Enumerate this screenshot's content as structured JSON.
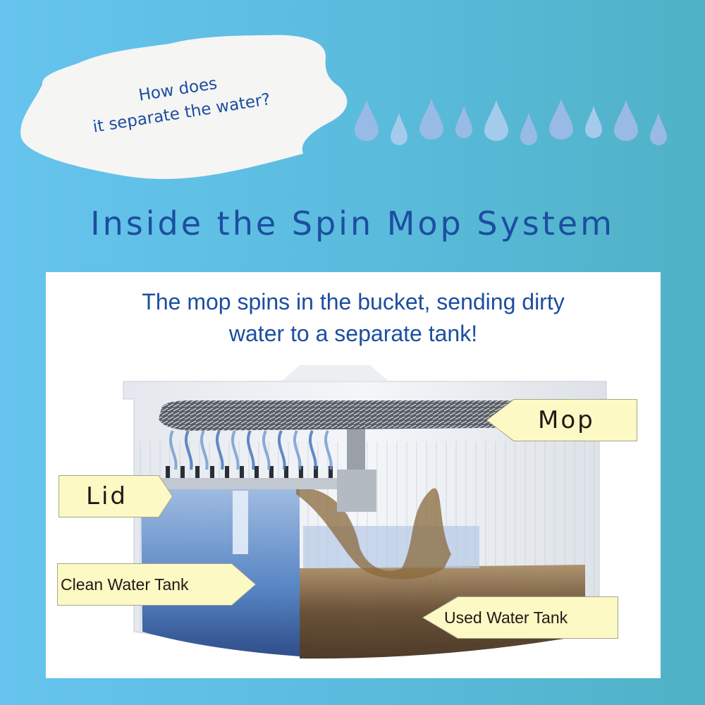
{
  "speech_bubble": {
    "line1": "How does",
    "line2": "it separate the water?"
  },
  "decoration": {
    "water_drop_count": 10,
    "drop_icon": "water-drop-icon"
  },
  "headline": "Inside the Spin Mop System",
  "panel": {
    "caption_line1": "The mop spins in the bucket, sending dirty",
    "caption_line2": "water to a separate tank!",
    "callouts": {
      "mop": "Mop",
      "lid": "Lid",
      "clean_tank": "Clean Water Tank",
      "used_tank": "Used Water Tank"
    }
  },
  "colors": {
    "text_blue": "#1c4ea0",
    "callout_fill": "#fdf9c4",
    "callout_text": "#231816",
    "bubble_fill": "#f5f5f4",
    "clean_water": "#3a6fb5",
    "dirty_water": "#7a5a30"
  }
}
